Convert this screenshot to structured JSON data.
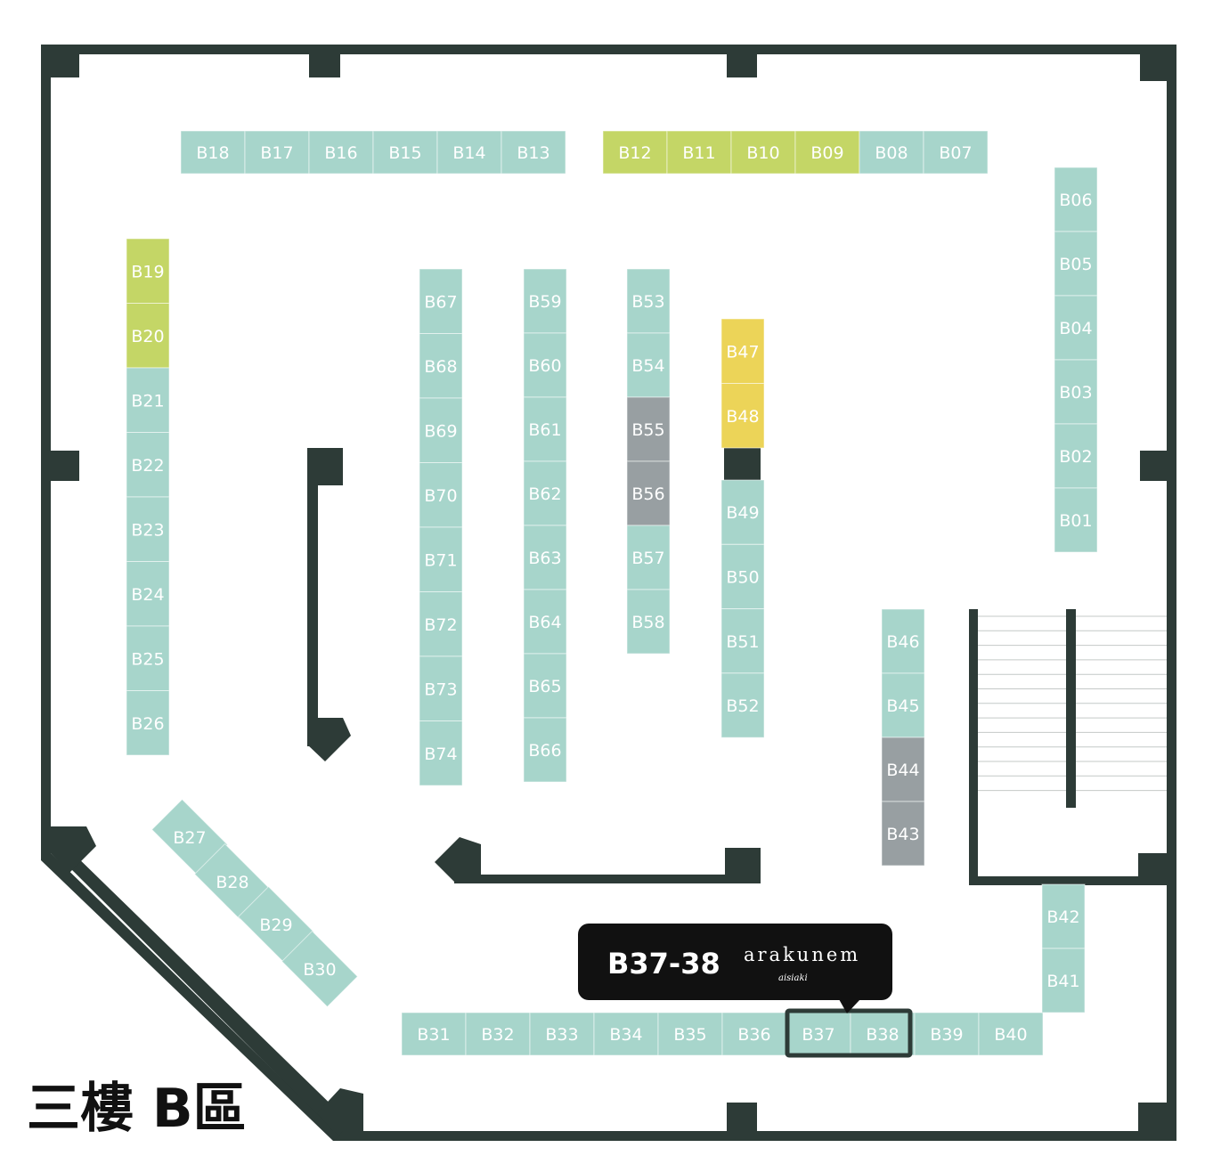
{
  "floor_label": "三樓 B區",
  "callout": {
    "booth": "B37-38",
    "brand": "arakunem",
    "brand_sub": "aisiaki"
  },
  "colors": {
    "wall": "#2d3b37",
    "booth_default": "#a7d5cb",
    "booth_lime": "#c4d666",
    "booth_yellow": "#ecd458",
    "booth_gray": "#989fa2",
    "highlight": "#2d3b37",
    "callout_bg": "#111111"
  },
  "booth_states": {
    "lime": [
      "B09",
      "B10",
      "B11",
      "B12",
      "B19",
      "B20"
    ],
    "yellow": [
      "B47",
      "B48"
    ],
    "gray": [
      "B43",
      "B44",
      "B55",
      "B56"
    ]
  },
  "selected_booths": [
    "B37",
    "B38"
  ],
  "booths": [
    "B01",
    "B02",
    "B03",
    "B04",
    "B05",
    "B06",
    "B07",
    "B08",
    "B09",
    "B10",
    "B11",
    "B12",
    "B13",
    "B14",
    "B15",
    "B16",
    "B17",
    "B18",
    "B19",
    "B20",
    "B21",
    "B22",
    "B23",
    "B24",
    "B25",
    "B26",
    "B27",
    "B28",
    "B29",
    "B30",
    "B31",
    "B32",
    "B33",
    "B34",
    "B35",
    "B36",
    "B37",
    "B38",
    "B39",
    "B40",
    "B41",
    "B42",
    "B43",
    "B44",
    "B45",
    "B46",
    "B47",
    "B48",
    "B49",
    "B50",
    "B51",
    "B52",
    "B53",
    "B54",
    "B55",
    "B56",
    "B57",
    "B58",
    "B59",
    "B60",
    "B61",
    "B62",
    "B63",
    "B64",
    "B65",
    "B66",
    "B67",
    "B68",
    "B69",
    "B70",
    "B71",
    "B72",
    "B73",
    "B74"
  ]
}
